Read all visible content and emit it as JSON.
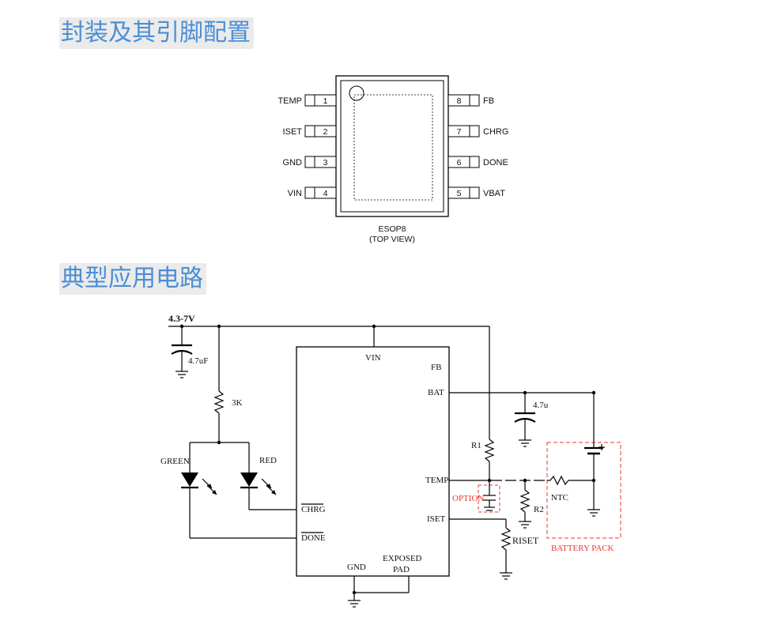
{
  "sections": {
    "package_title": "封装及其引脚配置",
    "circuit_title": "典型应用电路"
  },
  "package": {
    "name": "ESOP8",
    "view": "(TOP VIEW)",
    "pins_left": [
      {
        "num": "1",
        "label": "TEMP"
      },
      {
        "num": "2",
        "label": "ISET"
      },
      {
        "num": "3",
        "label": "GND"
      },
      {
        "num": "4",
        "label": "VIN"
      }
    ],
    "pins_right": [
      {
        "num": "8",
        "label": "FB"
      },
      {
        "num": "7",
        "label": "CHRG"
      },
      {
        "num": "6",
        "label": "DONE"
      },
      {
        "num": "5",
        "label": "VBAT"
      }
    ]
  },
  "circuit": {
    "supply": "4.3-7V",
    "c_in": "4.7uF",
    "r_led": "3K",
    "led_green": "GREEN",
    "led_red": "RED",
    "ic_pins": {
      "vin": "VIN",
      "fb": "FB",
      "bat": "BAT",
      "temp": "TEMP",
      "iset": "ISET",
      "chrg": "CHRG",
      "done": "DONE",
      "gnd": "GND",
      "exposed": "EXPOSED",
      "pad": "PAD"
    },
    "r1": "R1",
    "r2": "R2",
    "c_out": "4.7u",
    "ntc": "NTC",
    "option": "OPTION",
    "riset": "RISET",
    "battery_pack": "BATTERY PACK"
  }
}
